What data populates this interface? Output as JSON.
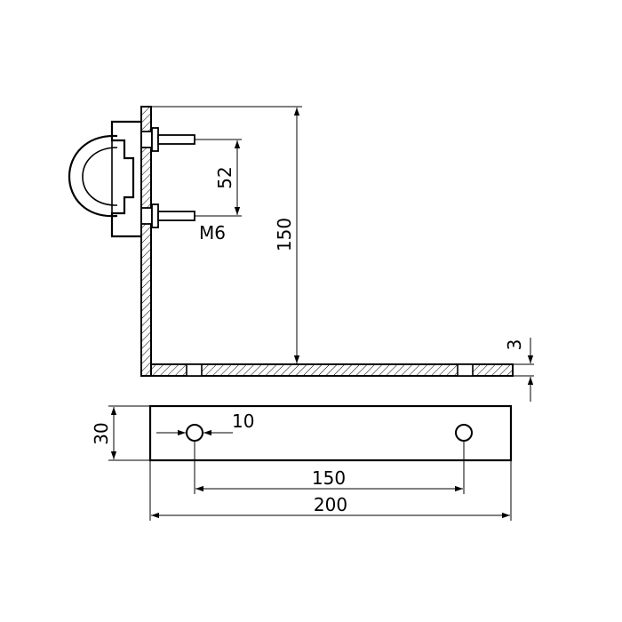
{
  "drawing": {
    "dimensions": {
      "bolt_spacing": "52",
      "bolt_thread": "M6",
      "height": "150",
      "thickness": "3",
      "width": "30",
      "hole_diameter": "10",
      "hole_spacing": "150",
      "length": "200"
    },
    "views": [
      "side-view",
      "bottom-view"
    ]
  }
}
